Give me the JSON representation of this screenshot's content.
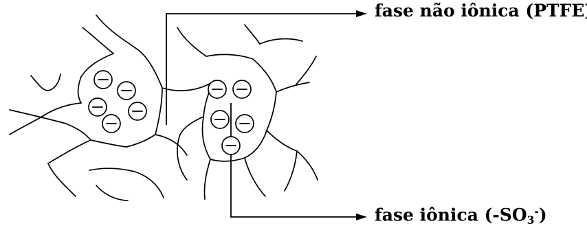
{
  "labels": {
    "non_ionic": "fase não iônica (PTFE)",
    "ionic_prefix": "fase iônica (-SO",
    "ionic_subscript": "3",
    "ionic_superscript": "-",
    "ionic_suffix": ")"
  },
  "ion_sign": "−"
}
